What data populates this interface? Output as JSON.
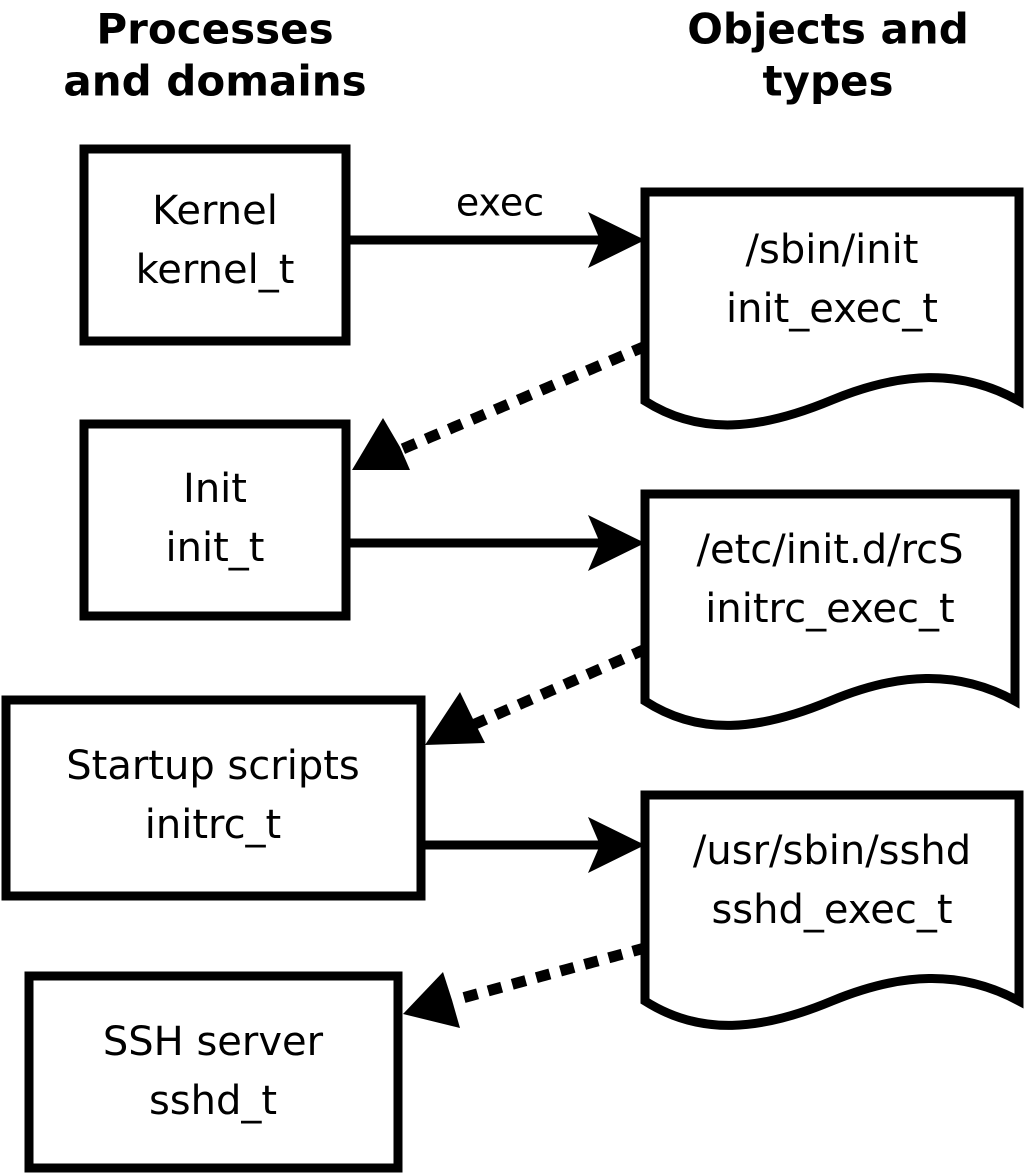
{
  "diagram": {
    "title_left": {
      "line1": "Processes",
      "line2": "and domains"
    },
    "title_right": {
      "line1": "Objects and",
      "line2": "types"
    },
    "colors": {
      "stroke": "#000000",
      "fill": "#ffffff",
      "text": "#000000"
    },
    "process_nodes": [
      {
        "id": "kernel",
        "line1": "Kernel",
        "line2": "kernel_t"
      },
      {
        "id": "init",
        "line1": "Init",
        "line2": "init_t"
      },
      {
        "id": "initrc",
        "line1": "Startup scripts",
        "line2": "initrc_t"
      },
      {
        "id": "sshd",
        "line1": "SSH server",
        "line2": "sshd_t"
      }
    ],
    "object_nodes": [
      {
        "id": "init_exec",
        "line1": "/sbin/init",
        "line2": "init_exec_t"
      },
      {
        "id": "initrc_exec",
        "line1": "/etc/init.d/rcS",
        "line2": "initrc_exec_t"
      },
      {
        "id": "sshd_exec",
        "line1": "/usr/sbin/sshd",
        "line2": "sshd_exec_t"
      }
    ],
    "edges": [
      {
        "id": "kernel-exec-init_exec",
        "label": "exec",
        "style": "solid",
        "from": "kernel",
        "to": "init_exec"
      },
      {
        "id": "init_exec-transition-init",
        "label": "",
        "style": "dotted",
        "from": "init_exec",
        "to": "init"
      },
      {
        "id": "init-exec-initrc_exec",
        "label": "",
        "style": "solid",
        "from": "init",
        "to": "initrc_exec"
      },
      {
        "id": "initrc_exec-transition-initrc",
        "label": "",
        "style": "dotted",
        "from": "initrc_exec",
        "to": "initrc"
      },
      {
        "id": "initrc-exec-sshd_exec",
        "label": "",
        "style": "solid",
        "from": "initrc",
        "to": "sshd_exec"
      },
      {
        "id": "sshd_exec-transition-sshd",
        "label": "",
        "style": "dotted",
        "from": "sshd_exec",
        "to": "sshd"
      }
    ]
  }
}
